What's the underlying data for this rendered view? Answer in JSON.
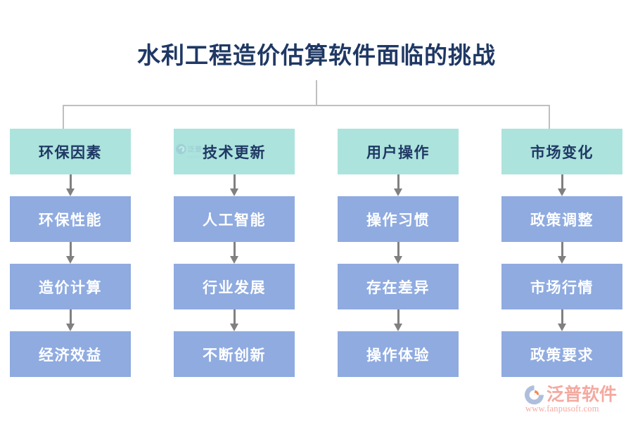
{
  "title": "水利工程造价估算软件面临的挑战",
  "colors": {
    "title_text": "#1f3864",
    "head_box_fill": "#ace3dd",
    "head_box_text": "#1f3864",
    "item_box_fill": "#8fabe0",
    "item_box_text": "#ffffff",
    "connector_line": "#bfbfbf",
    "arrow": "#808080",
    "brand": "#f4a9a0",
    "background": "#ffffff"
  },
  "columns": [
    {
      "head": "环保因素",
      "items": [
        "环保性能",
        "造价计算",
        "经济效益"
      ],
      "has_top_connector": true,
      "has_watermark": false
    },
    {
      "head": "技术更新",
      "items": [
        "人工智能",
        "行业发展",
        "不断创新"
      ],
      "has_top_connector": false,
      "has_watermark": true
    },
    {
      "head": "用户操作",
      "items": [
        "操作习惯",
        "存在差异",
        "操作体验"
      ],
      "has_top_connector": false,
      "has_watermark": false
    },
    {
      "head": "市场变化",
      "items": [
        "政策调整",
        "市场行情",
        "政策要求"
      ],
      "has_top_connector": true,
      "has_watermark": false
    }
  ],
  "brand": {
    "name": "泛普软件",
    "url": "www.fanpusoft.com",
    "mark": "fanpu-swirl-icon"
  }
}
